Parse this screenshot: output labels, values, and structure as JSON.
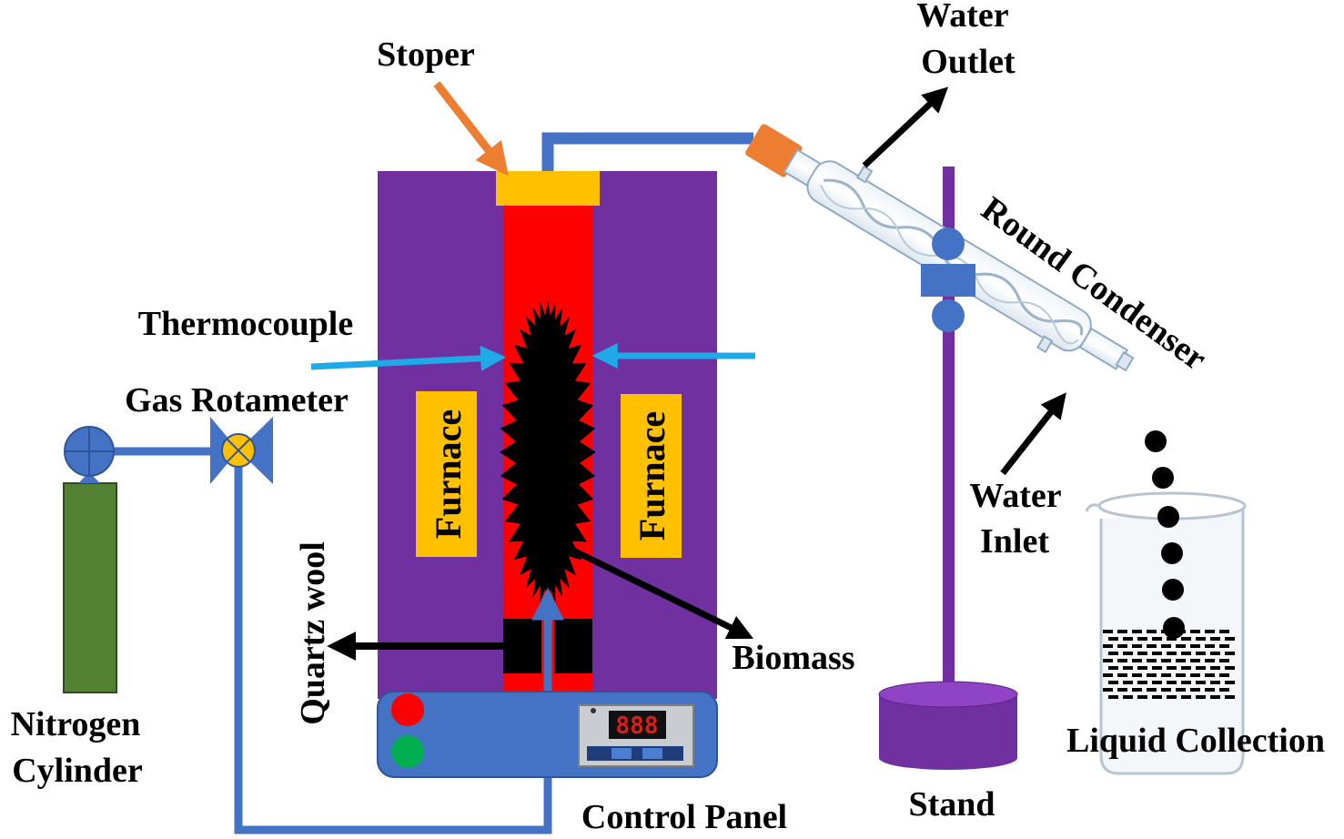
{
  "labels": {
    "stoper": "Stoper",
    "water_outlet_1": "Water",
    "water_outlet_2": "Outlet",
    "round_condenser": "Round Condenser",
    "thermocouple": "Thermocouple",
    "gas_rotameter": "Gas Rotameter",
    "furnace_left": "Furnace",
    "furnace_right": "Furnace",
    "water_inlet_1": "Water",
    "water_inlet_2": "Inlet",
    "quartz_wool": "Quartz wool",
    "biomass": "Biomass",
    "nitrogen_1": "Nitrogen",
    "nitrogen_2": "Cylinder",
    "liquid_collection": "Liquid Collection",
    "stand": "Stand",
    "control_panel": "Control Panel",
    "display_digits": "888"
  },
  "colors": {
    "furnace": "#7030A0",
    "reactor": "#FF0000",
    "stopper": "#FFC000",
    "pipe": "#4472C4",
    "thermocouple_arrow": "#1FA9E8",
    "stoper_arrow": "#ED7D31",
    "cylinder": "#548235",
    "panel": "#4472C4",
    "label_box": "#FFC000",
    "led_red": "#FF0000",
    "led_green": "#00B050"
  },
  "icons": {
    "indicator_led": "circle",
    "control_buttons": "triangle-arrows",
    "rotameter_valve": "bowtie-valve"
  }
}
